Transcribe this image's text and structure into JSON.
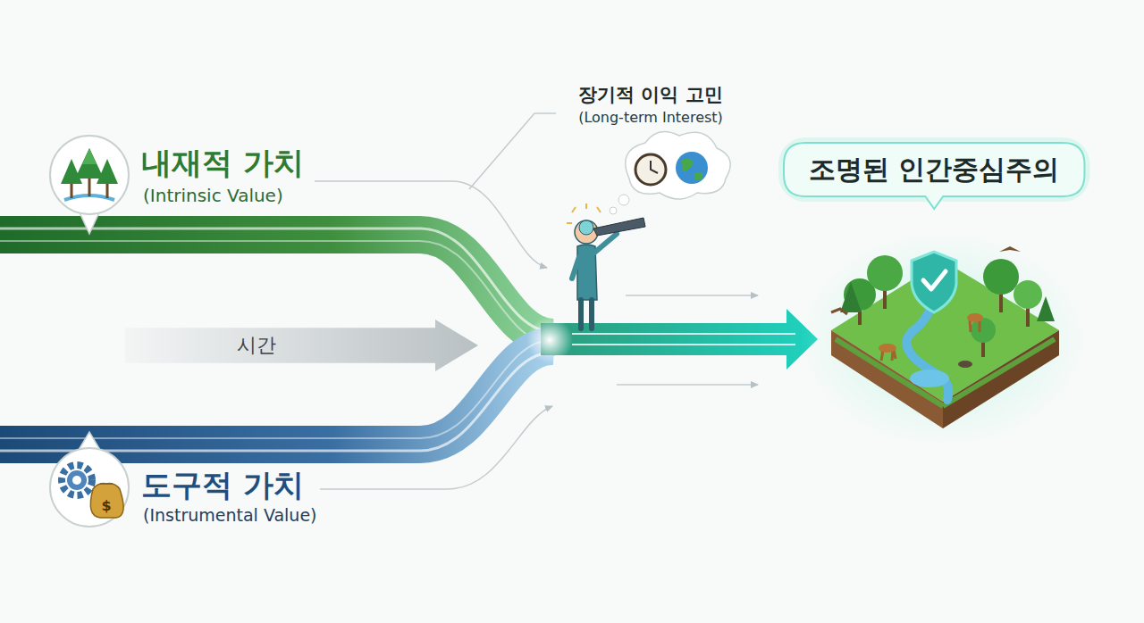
{
  "diagram": {
    "nodes": [
      {
        "text": [
          "시간"
        ]
      },
      {
        "text": [
          "조명된 인간중심주의"
        ]
      }
    ],
    "labels": [
      "장기적 이익 고민",
      "(Long-term Interest)",
      "내재적 가치",
      "(Intrinsic Value)",
      "도구적 가치",
      "(Instrumental Value)"
    ]
  }
}
